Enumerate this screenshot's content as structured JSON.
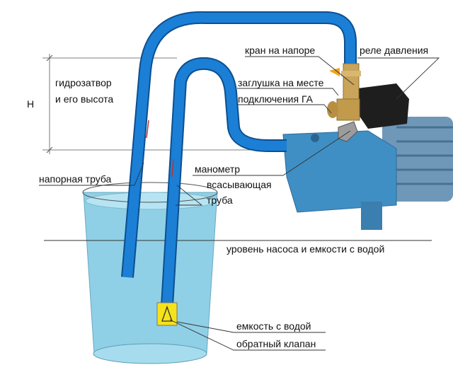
{
  "labels": {
    "valve": "кран на напоре",
    "relay": "реле давления",
    "plug_line1": "заглушка на месте",
    "plug_line2": "подключения ГА",
    "seal_line1": "гидрозатвор",
    "seal_line2": "и его высота",
    "height": "H",
    "gauge": "манометр",
    "pressure_pipe": "напорная труба",
    "suction_line1": "всасывающая",
    "suction_line2": "труба",
    "level": "уровень насоса и емкости с водой",
    "tank": "емкость с водой",
    "check_valve": "обратный клапан"
  },
  "colors": {
    "pipe": "#1b7fd6",
    "water": "#8fd0e6",
    "pump": "#3f8fc4",
    "brass": "#c9a45a",
    "check_valve": "#f5e21a"
  }
}
